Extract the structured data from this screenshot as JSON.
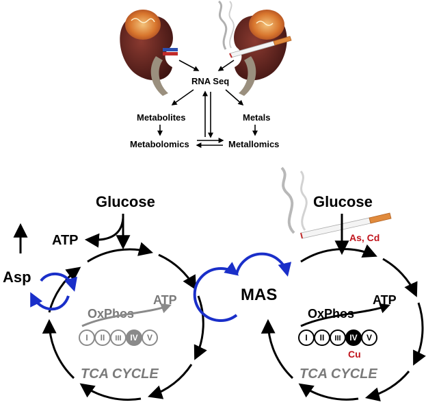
{
  "top": {
    "rna_seq": "RNA Seq",
    "metabolites": "Metabolites",
    "metals": "Metals",
    "metabolomics": "Metabolomics",
    "metallomics": "Metallomics"
  },
  "left": {
    "glucose": "Glucose",
    "atp_top": "ATP",
    "asp": "Asp",
    "oxphos": "OxPhos",
    "atp_side": "ATP",
    "complexes": [
      "I",
      "II",
      "III",
      "IV",
      "V"
    ],
    "tca": "TCA CYCLE"
  },
  "right": {
    "glucose": "Glucose",
    "metals_inhibit": "As, Cd",
    "mas": "MAS",
    "oxphos": "OxPhos",
    "atp_side": "ATP",
    "complexes": [
      "I",
      "II",
      "III",
      "IV",
      "V"
    ],
    "cu": "Cu",
    "tca": "TCA CYCLE"
  },
  "colors": {
    "kidney": "#5a1f1c",
    "tumor": "#d9772e",
    "blue_arrow": "#1a2fc9",
    "inhibitor_red": "#c0141c",
    "gray": "#8a8a8a"
  },
  "icons": [
    "kidney-icon",
    "tumor-icon",
    "cigarette-icon",
    "smoke-icon"
  ]
}
